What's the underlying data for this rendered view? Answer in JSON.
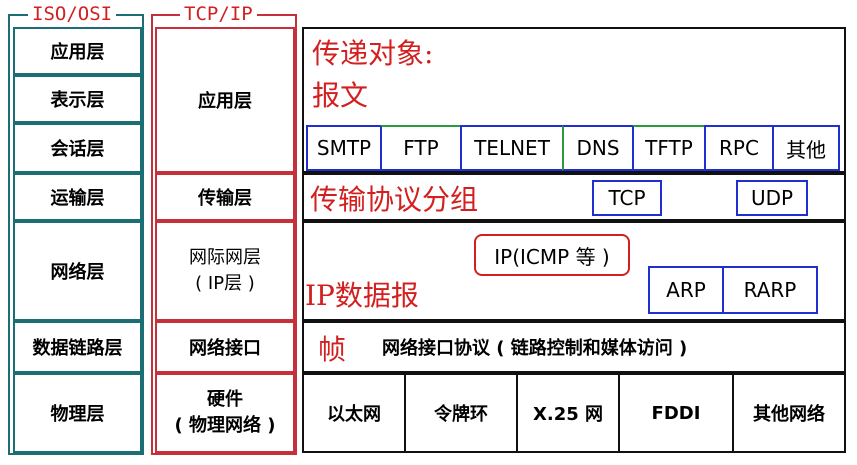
{
  "osi": {
    "title": "ISO/OSI",
    "layers": [
      "应用层",
      "表示层",
      "会话层",
      "运输层",
      "网络层",
      "数据链路层",
      "物理层"
    ]
  },
  "tcpip": {
    "title": "TCP/IP",
    "app": "应用层",
    "transport": "传输层",
    "internet_line1": "网际网层",
    "internet_line2": "( IP层 )",
    "link": "网络接口",
    "hw_line1": "硬件",
    "hw_line2": "( 物理网络 )"
  },
  "app_layer": {
    "label_line1": "传递对象:",
    "label_line2": "报文",
    "protocols": [
      "SMTP",
      "FTP",
      "TELNET",
      "DNS",
      "TFTP",
      "RPC",
      "其他"
    ]
  },
  "transport_layer": {
    "label": "传输协议分组",
    "protocols": [
      "TCP",
      "UDP"
    ]
  },
  "internet_layer": {
    "label": "IP数据报",
    "ip_box": "IP(ICMP 等 )",
    "protocols": [
      "ARP",
      "RARP"
    ]
  },
  "link_layer": {
    "label": "帧",
    "desc": "网络接口协议 ( 链路控制和媒体访问 )"
  },
  "physical_layer": {
    "items": [
      "以太网",
      "令牌环",
      "X.25 网",
      "FDDI",
      "其他网络"
    ]
  },
  "colors": {
    "osi_border": "#1c6d74",
    "tcp_border": "#c6303a",
    "label_red": "#d21f1f",
    "proto_blue": "#1f2fd0",
    "proto_green": "#2a9a3a"
  }
}
